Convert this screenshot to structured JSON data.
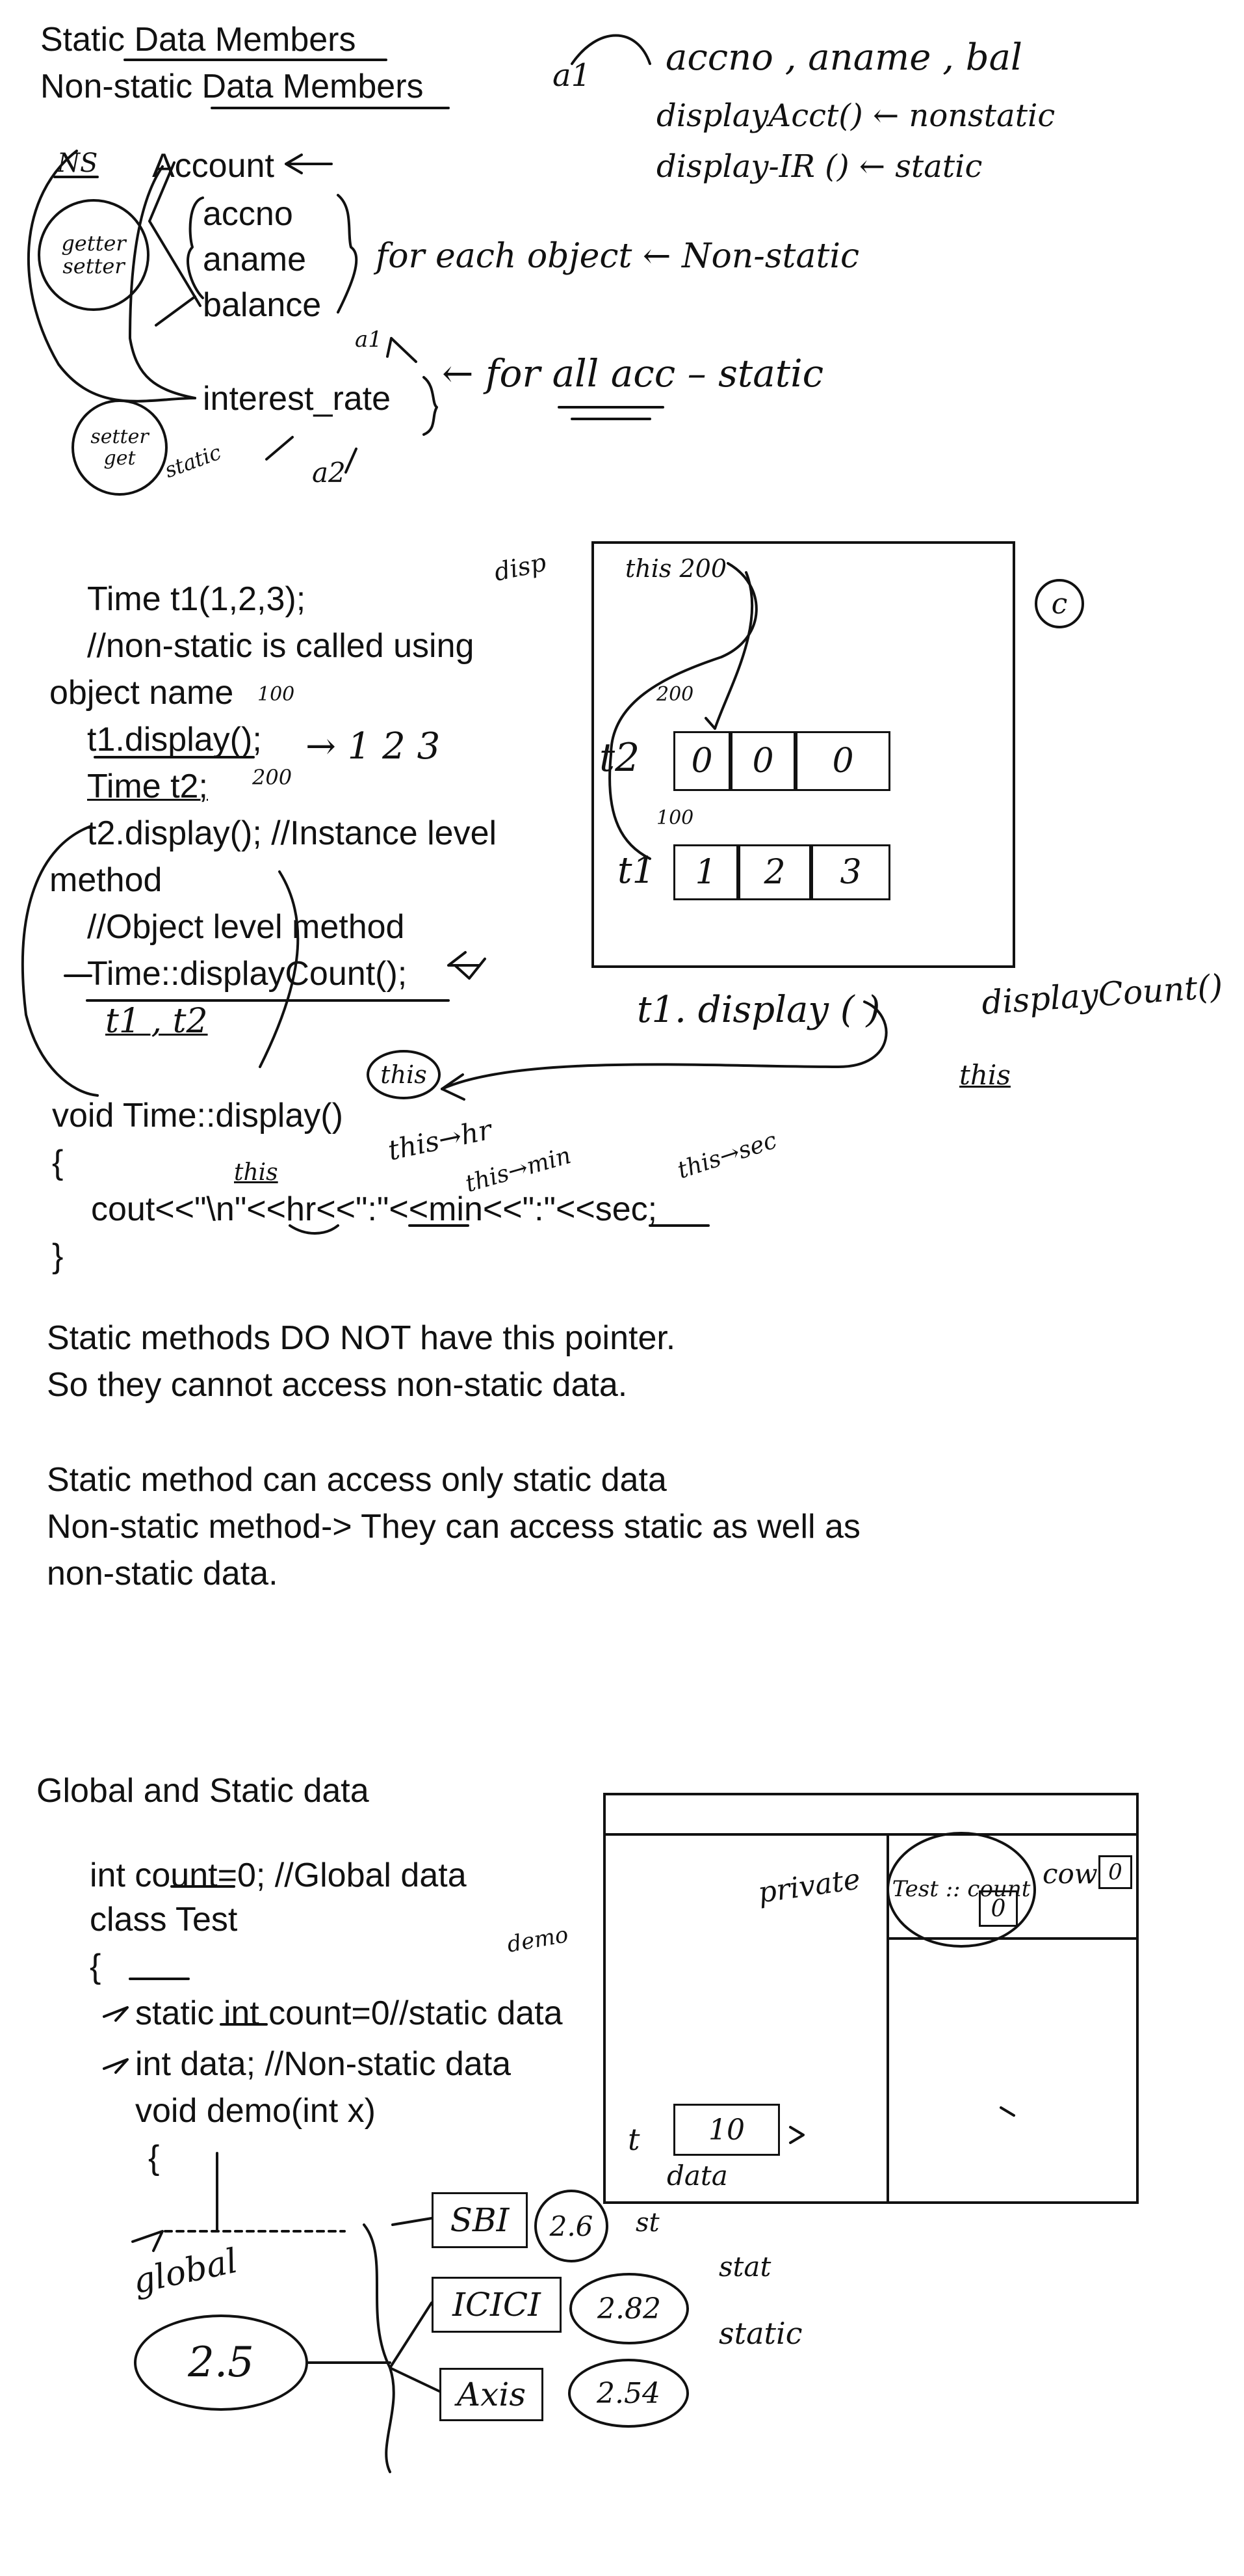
{
  "section1": {
    "title_static": "Static Data Members",
    "title_nonstatic": "Non-static Data Members",
    "account": "Account",
    "fields": [
      "accno",
      "aname",
      "balance"
    ],
    "interest_rate": "interest_rate",
    "ann_each": "for each object ← Non-static",
    "ann_all": "← for all acc – static",
    "top_a1": "a1",
    "top_fields": "accno , aname , bal",
    "display_acct": "displayAcct() ← nonstatic",
    "display_ir": "display-IR () ← static",
    "ns": "NS",
    "getter_setter": "getter setter",
    "setter_get": "setter get",
    "static_small": "static",
    "a1": "a1",
    "a2": "a2"
  },
  "section2": {
    "lines": [
      "Time t1(1,2,3);",
      "//non-static is called using",
      "object name",
      "t1.display();",
      "Time t2;",
      "t2.display(); //Instance level",
      "method",
      "//Object level method",
      "Time::displayCount();",
      "void Time::display()",
      "{",
      "cout<<\"\\n\"<<hr<<\":\"<<min<<\":\"<<sec;",
      "}"
    ],
    "hand": {
      "n100": "100",
      "n200": "200",
      "arrow_123": "→ 1  2  3",
      "t1t2": "t1 , t2",
      "disp": "disp",
      "this200": "this 200",
      "t2": "t2",
      "t1": "t1",
      "t2_vals": [
        "0",
        "0",
        "0"
      ],
      "t1_vals": [
        "1",
        "2",
        "3"
      ],
      "c": "c",
      "t1_display": "t1. display ( )",
      "displaycount": "displayCount()",
      "this": "this",
      "this_hr": "this→hr",
      "this_min": "this→min",
      "this_sec": "this→sec"
    }
  },
  "section3": {
    "line1": "Static methods DO NOT have this pointer.",
    "line2": "So they cannot access non-static data.",
    "line3": "Static method can access only static data",
    "line4": "Non-static method-> They can access static as well as",
    "line5": "non-static data."
  },
  "section4": {
    "title": "Global and Static data",
    "lines": [
      "int count=0; //Global data",
      "class Test",
      "{",
      "static int count=0//static data",
      "int data;  //Non-static data",
      "void demo(int x)",
      "{"
    ],
    "hand": {
      "demo": "demo",
      "private": "private",
      "test_count": "Test :: count",
      "zero": "0",
      "cow": "cow",
      "t": "t",
      "ten": "10",
      "data": "data",
      "global": "global",
      "val25": "2.5",
      "banks": [
        "SBI",
        "ICICI",
        "Axis"
      ],
      "rates": [
        "2.6",
        "2.82",
        "2.54"
      ],
      "st": "st",
      "stat": "stat",
      "static": "static"
    }
  }
}
